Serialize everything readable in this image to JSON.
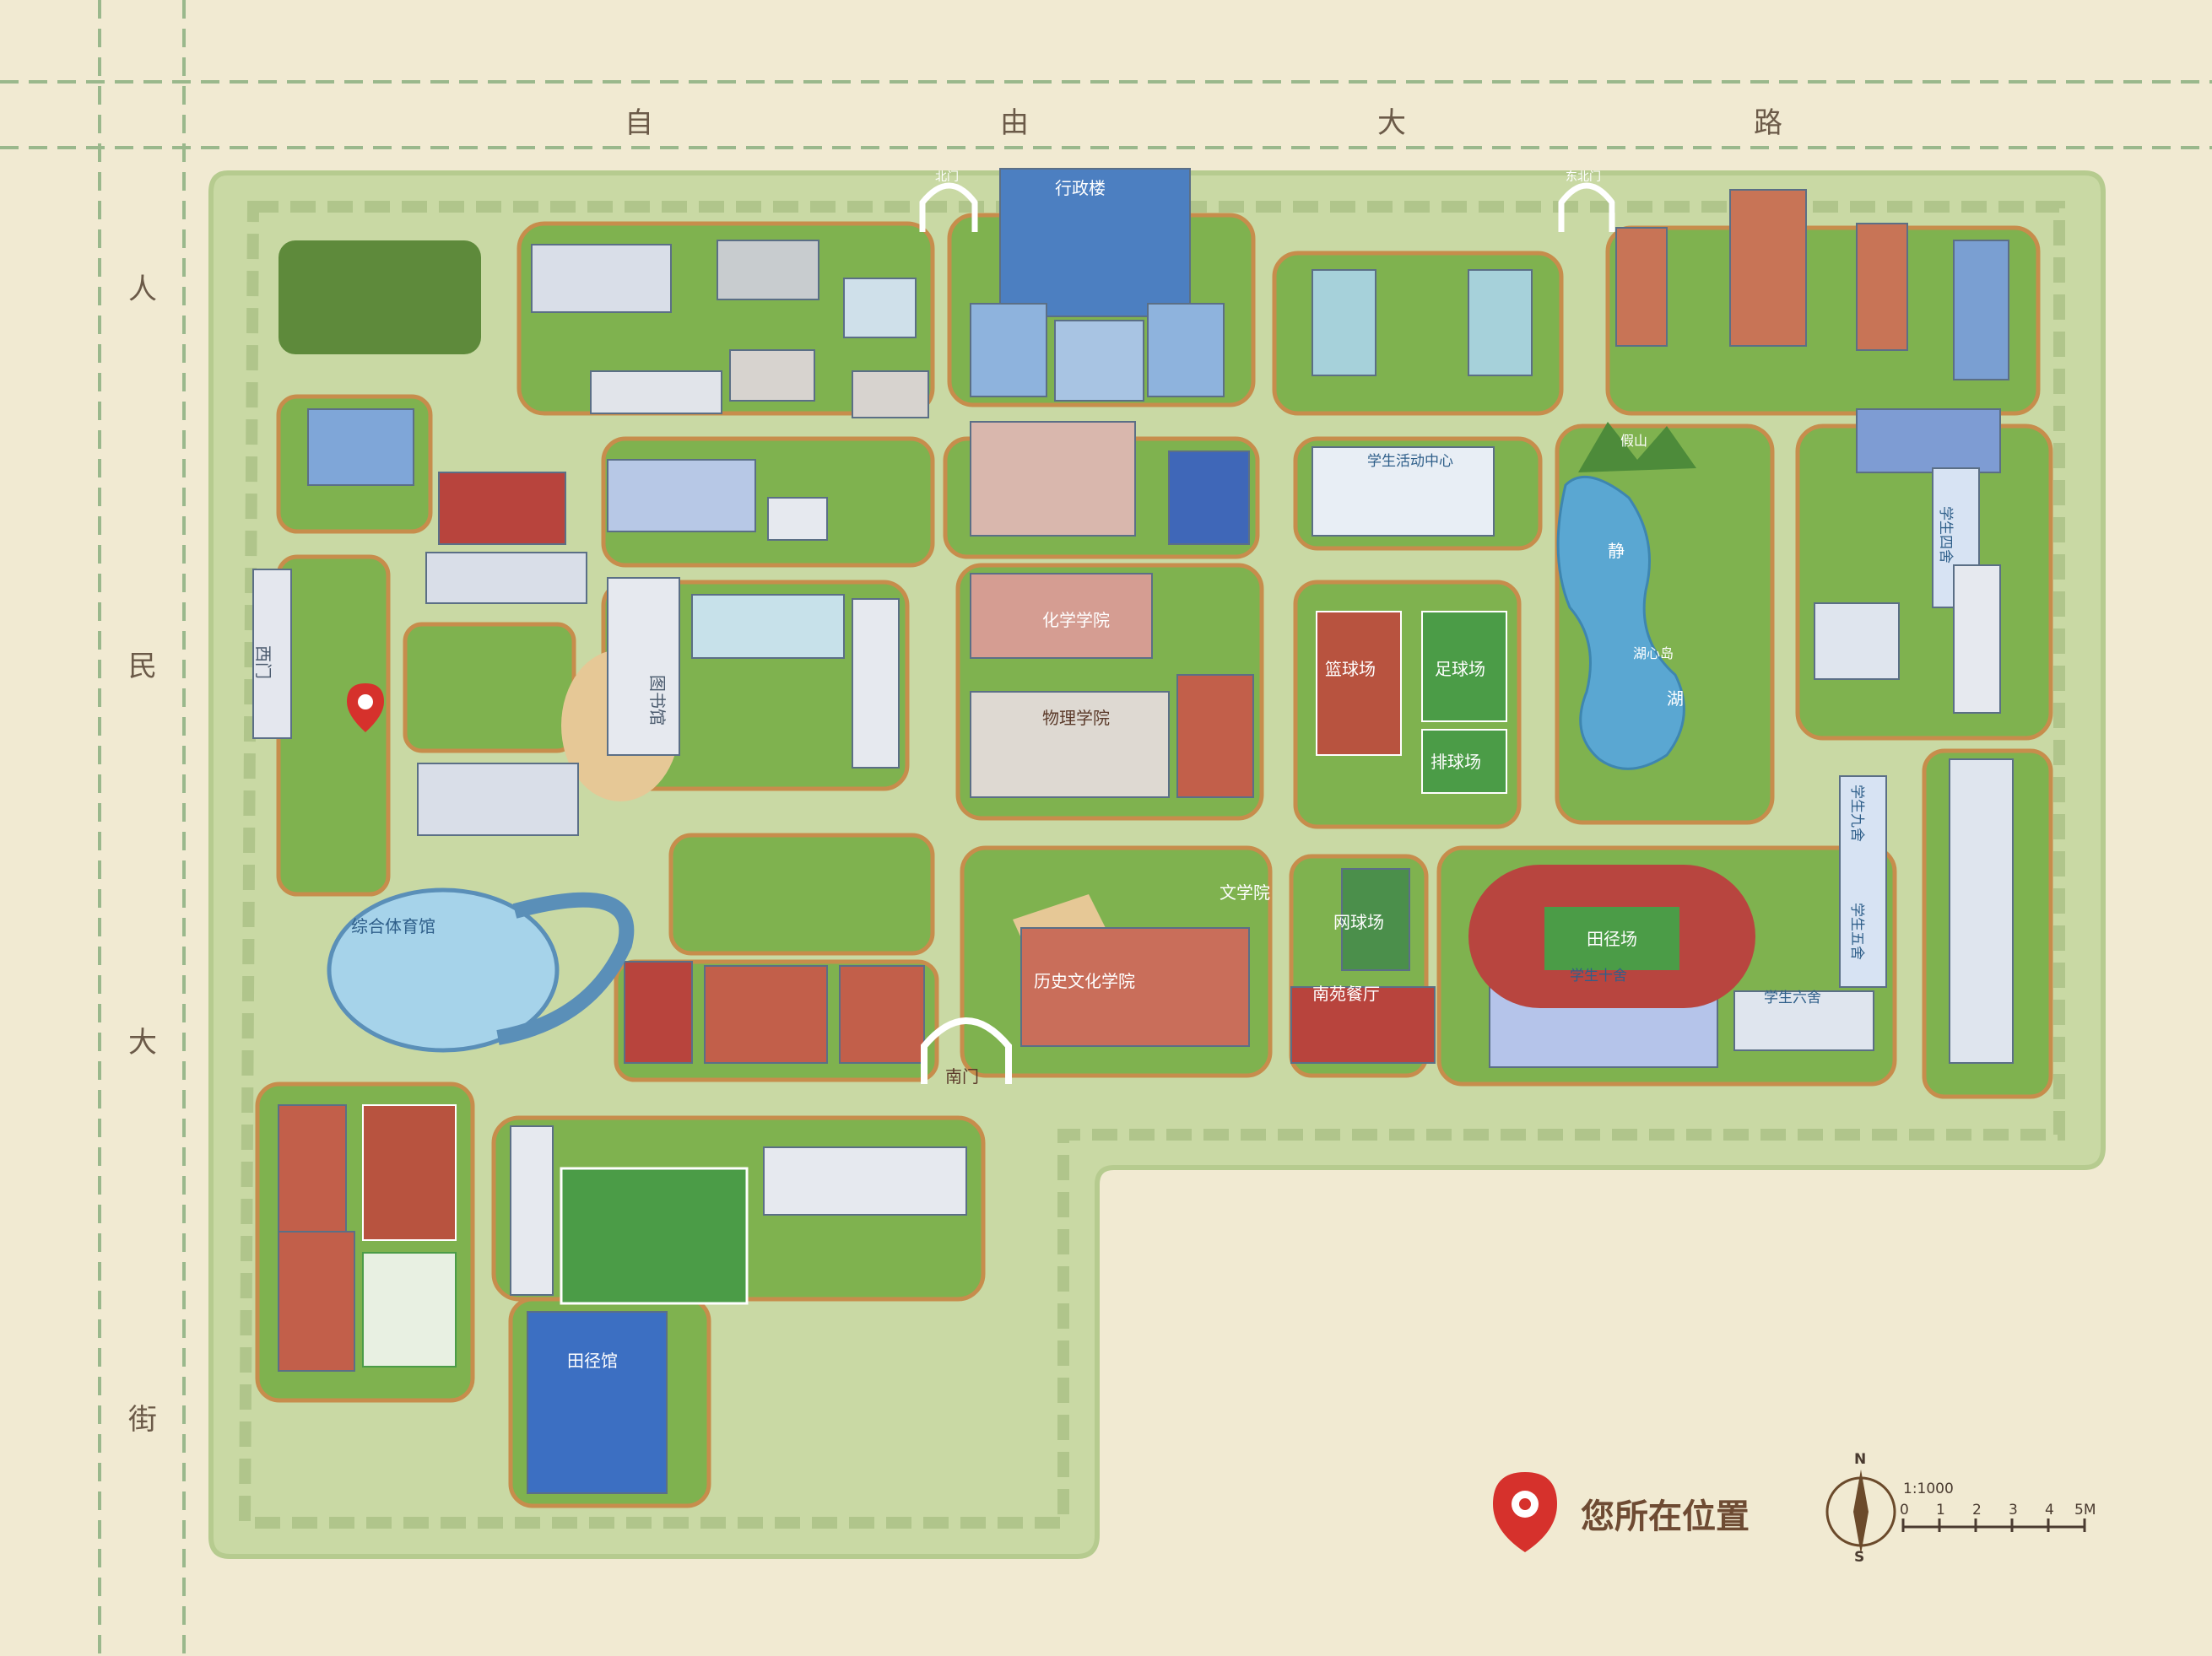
{
  "streets": {
    "north": [
      "自",
      "由",
      "大",
      "路"
    ],
    "west": [
      "人",
      "民",
      "大",
      "街"
    ]
  },
  "labels": {
    "admin": "行政楼",
    "west_gate": "西门",
    "south_gate": "南门",
    "library": "图书馆",
    "gym": "综合体育馆",
    "chemistry": "化学学院",
    "physics": "物理学院",
    "history": "历史文化学院",
    "literature": "文学院",
    "track": "田径场",
    "football": "足球场",
    "basketball": "篮球场",
    "tennis": "网球场",
    "volleyball": "排球场",
    "canteen_south": "南苑餐厅",
    "lake_1": "静",
    "lake_2": "湖",
    "lake_pavilion": "湖心岛",
    "hill": "假山",
    "student_center": "学生活动中心",
    "dorm_4": "学生四舍",
    "dorm_5": "学生五舍",
    "dorm_9": "学生九舍",
    "dorm_10": "学生十舍",
    "dorm_6": "学生六舍",
    "stadium": "田径馆",
    "east_gate": "东北门",
    "north_gate": "北门"
  },
  "legend": {
    "text": "您所在位置"
  },
  "scale": {
    "ratio": "1:1000",
    "ticks": [
      "0",
      "1",
      "2",
      "3",
      "4",
      "5M"
    ]
  },
  "compass": {
    "n": "N",
    "s": "S"
  },
  "colors": {
    "background": "#f1ead2",
    "campus": "#c9d9a4",
    "block": "#7fb24f",
    "water": "#5aa7d2",
    "track": "#b8453f",
    "marker": "#d6312c"
  }
}
